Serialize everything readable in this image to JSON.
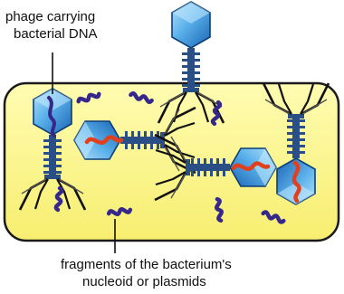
{
  "labels": {
    "phage_line1": "phage carrying",
    "phage_line2": "bacterial DNA",
    "fragments_line1": "fragments of the bacterium's",
    "fragments_line2": "nucleoid or plasmids"
  },
  "colors": {
    "cell_fill": "#fdf98e",
    "cell_outline": "#1a1a1a",
    "capsid_light": "#82c8f2",
    "capsid_dark": "#1a64b4",
    "tail": "#2a4f86",
    "phage_dna": "#e2401d",
    "bacterial_dna": "#35278c"
  },
  "icons": [
    "bacteriophage-icon",
    "dna-fragment-icon"
  ]
}
